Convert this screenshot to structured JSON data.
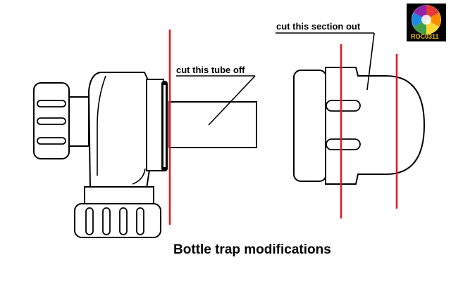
{
  "colors": {
    "cut_line": "#e31b23",
    "outline": "#000000",
    "background": "#ffffff"
  },
  "labels": {
    "tube": "cut this tube off",
    "section": "cut this section out"
  },
  "caption": "Bottle trap modifications",
  "logo": {
    "text": "ROC0311"
  }
}
